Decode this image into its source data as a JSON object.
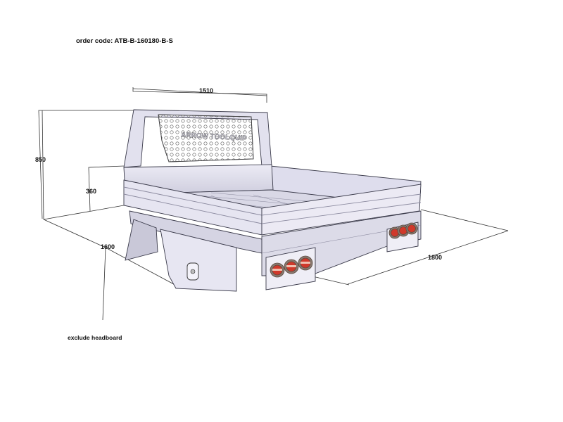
{
  "header": {
    "order_code": "order code: ATB-B-160180-B-S"
  },
  "headboard": {
    "brand_text": "ARROW TOOLQUIP"
  },
  "dimensions": {
    "headboard_width": "1510",
    "total_height": "850",
    "side_height": "360",
    "tray_width": "1600",
    "tray_length": "1800"
  },
  "notes": {
    "exclude": "exclude headboard"
  },
  "colors": {
    "frame": "#e4e3ef",
    "frame_dark": "#b9b8cc",
    "outline": "#3a3a4a",
    "tail_light_red": "#d0392b",
    "tail_light_rim": "#8a7a70"
  }
}
